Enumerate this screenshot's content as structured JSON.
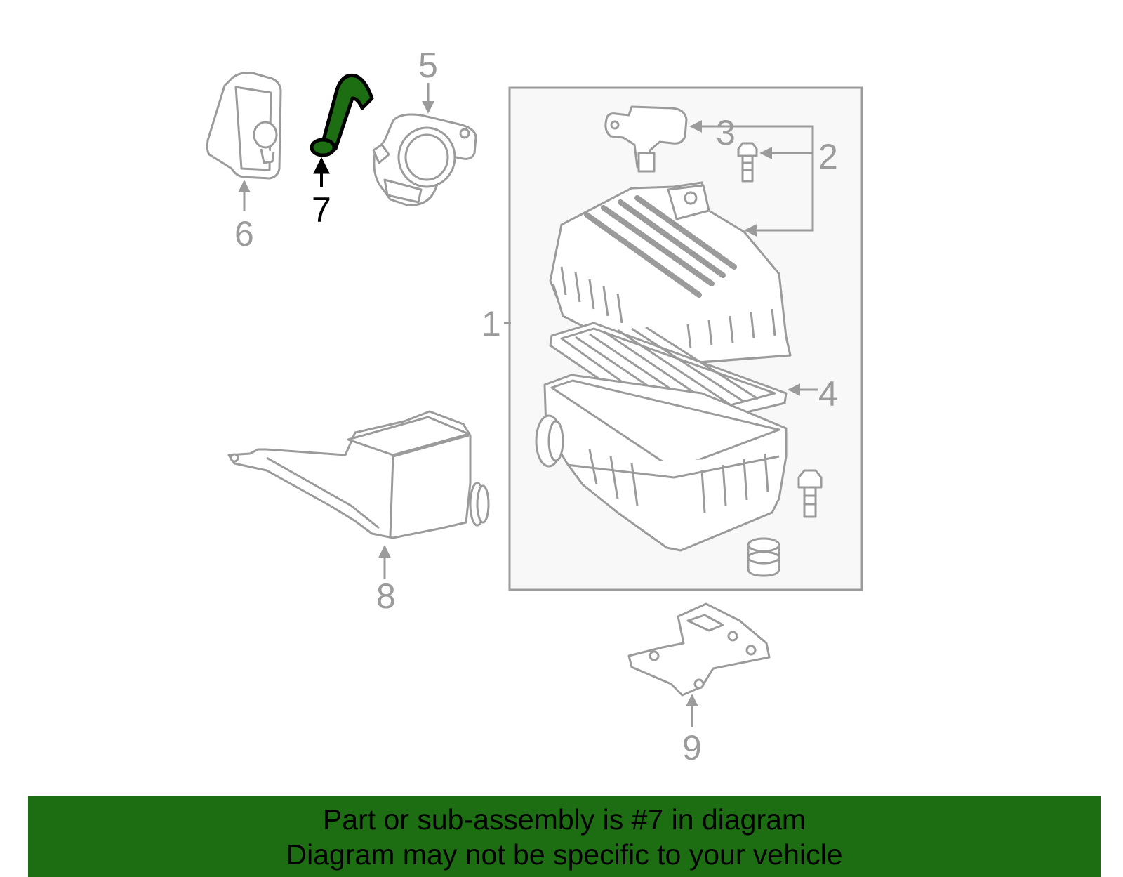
{
  "colors": {
    "line": "#9b9b9b",
    "part_fill": "#ffffff",
    "box_fill": "#f8f8f8",
    "highlight": "#1d6e12",
    "banner": "#1d6e12",
    "banner_text": "#000000"
  },
  "callouts": [
    {
      "id": "1",
      "label": "1"
    },
    {
      "id": "2",
      "label": "2"
    },
    {
      "id": "3",
      "label": "3"
    },
    {
      "id": "4",
      "label": "4"
    },
    {
      "id": "5",
      "label": "5"
    },
    {
      "id": "6",
      "label": "6"
    },
    {
      "id": "7",
      "label": "7",
      "highlighted": true
    },
    {
      "id": "8",
      "label": "8"
    },
    {
      "id": "9",
      "label": "9"
    }
  ],
  "banner": {
    "line1": "Part or sub-assembly is #7 in diagram",
    "line2": "Diagram may not be specific to your vehicle"
  }
}
